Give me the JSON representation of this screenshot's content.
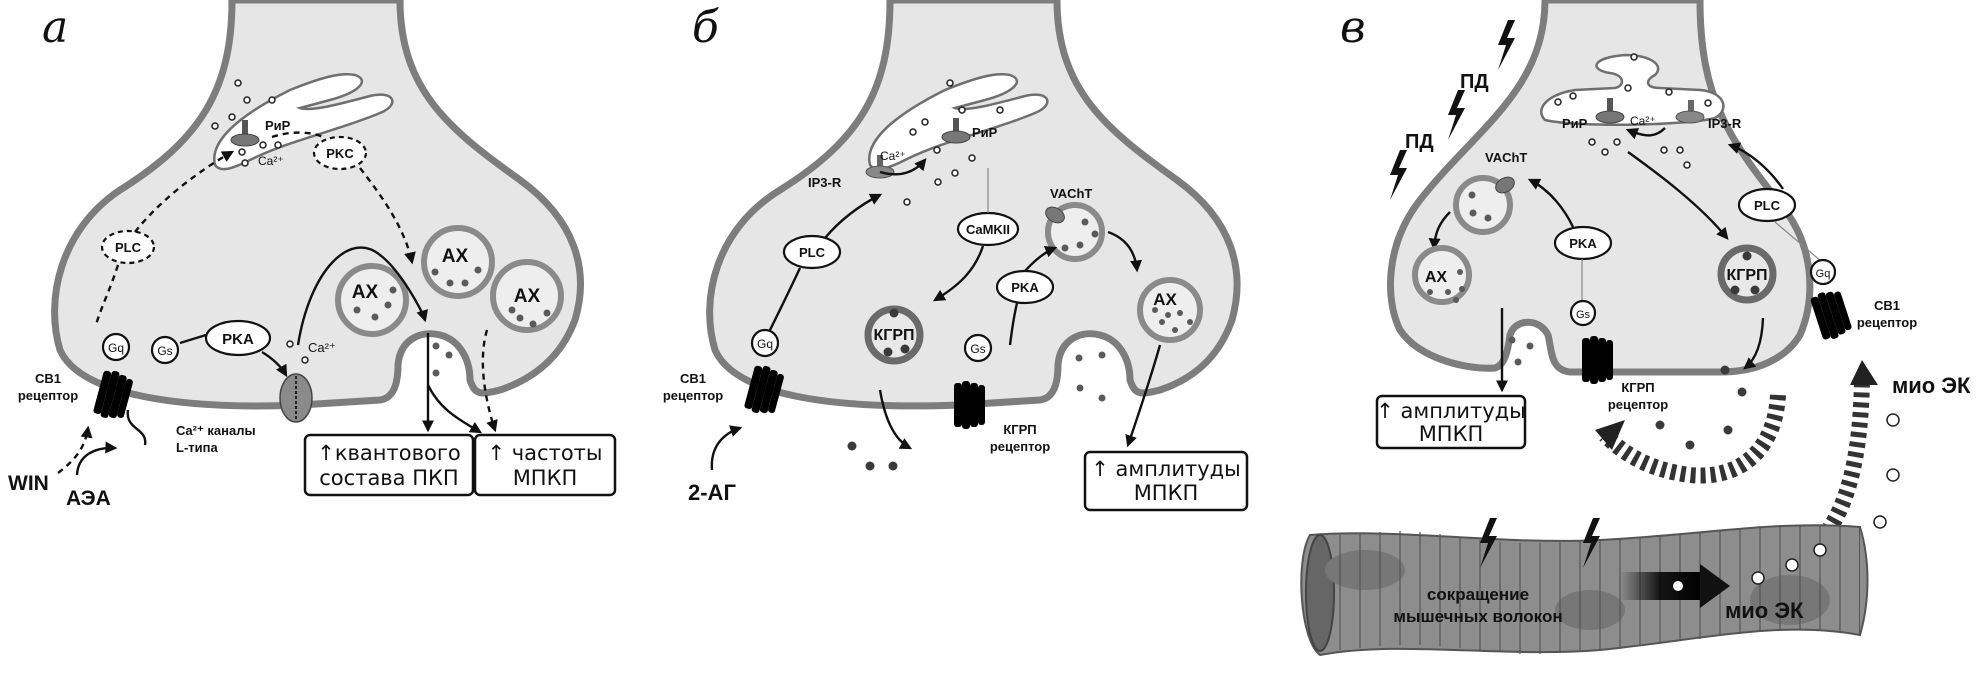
{
  "figure": {
    "panels": [
      {
        "id": "a",
        "letter": "а",
        "labels": {
          "ryr": "РиР",
          "ca": "Ca²⁺",
          "pkc": "PKC",
          "plc": "PLC",
          "pka": "PKA",
          "gq": "Gq",
          "gs": "Gs",
          "cb1_line1": "CB1",
          "cb1_line2": "рецептор",
          "ca_channel_line1": "Ca²⁺ каналы",
          "ca_channel_line2": "L-типа",
          "ca_near_channel": "Ca²⁺",
          "ligand_win": "WIN",
          "ligand_aea": "АЭА",
          "vesicles": [
            "АХ",
            "АХ",
            "АХ"
          ]
        },
        "result_boxes": [
          {
            "line1": "↑квантового",
            "line2": "состава ПКП"
          },
          {
            "line1": "↑ частоты",
            "line2": "МПКП"
          }
        ]
      },
      {
        "id": "b",
        "letter": "б",
        "labels": {
          "ryr": "РиР",
          "ip3r": "IP3-R",
          "ca": "Ca²⁺",
          "plc": "PLC",
          "camkii": "CaMKII",
          "vacht": "VAChT",
          "pka": "PKA",
          "gq": "Gq",
          "gs": "Gs",
          "kgrp_vesicle": "КГРП",
          "ach_vesicle": "АХ",
          "cb1_line1": "CB1",
          "cb1_line2": "рецептор",
          "kgrp_receptor_line1": "КГРП",
          "kgrp_receptor_line2": "рецептор",
          "ligand": "2-АГ"
        },
        "result_boxes": [
          {
            "line1": "↑ амплитуды",
            "line2": "МПКП"
          }
        ]
      },
      {
        "id": "c",
        "letter": "в",
        "labels": {
          "ap1": "ПД",
          "ap2": "ПД",
          "ryr": "РиР",
          "ip3r": "IP3-R",
          "ca": "Ca²⁺",
          "vacht": "VAChT",
          "pka": "PKA",
          "plc": "PLC",
          "gq": "Gq",
          "gs": "Gs",
          "ach_vesicle": "АХ",
          "kgrp_vesicle": "КГРП",
          "cb1_line1": "CB1",
          "cb1_line2": "рецептор",
          "kgrp_receptor_line1": "КГРП",
          "kgrp_receptor_line2": "рецептор",
          "myo_ec_top": "мио ЭК",
          "myo_ec_bottom": "мио ЭК",
          "contraction_line1": "сокращение",
          "contraction_line2": "мышечных волокон"
        },
        "result_boxes": [
          {
            "line1": "↑ амплитуды",
            "line2": "МПКП"
          }
        ]
      }
    ]
  }
}
